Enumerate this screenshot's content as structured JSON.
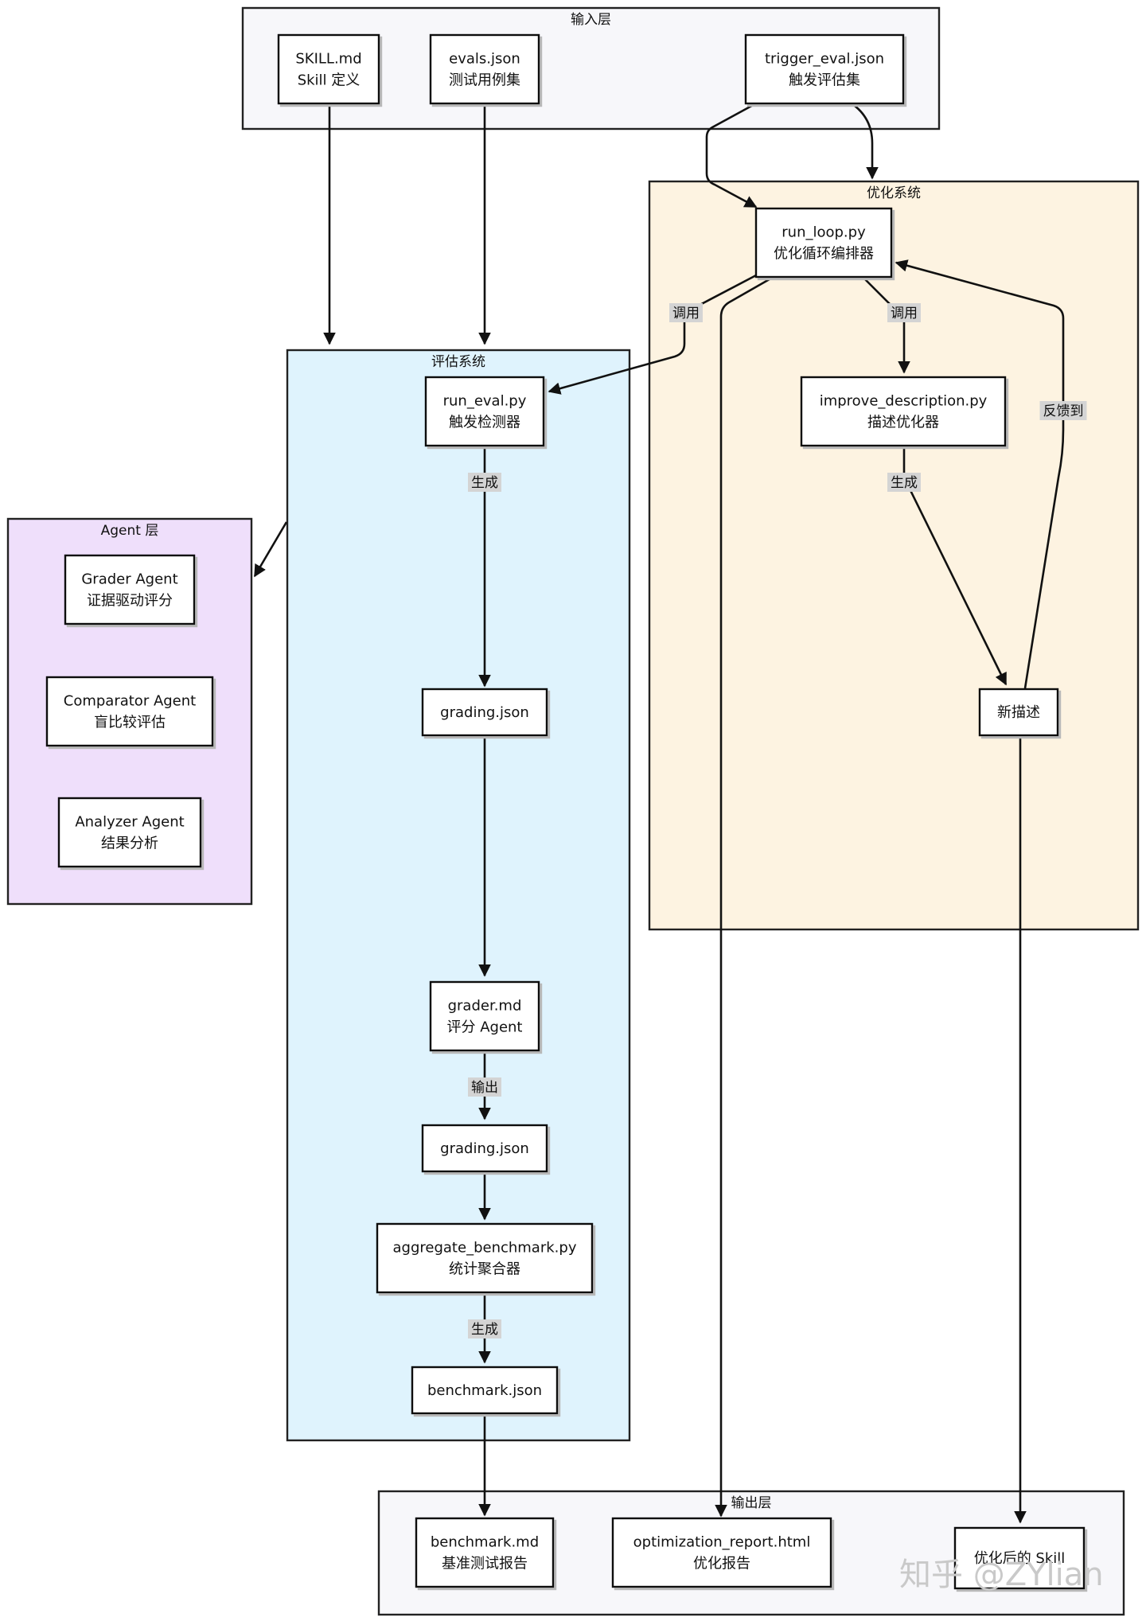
{
  "groups": [
    {
      "id": "input",
      "title": "输入层",
      "fill": "#f7f7fa"
    },
    {
      "id": "optimize",
      "title": "优化系统",
      "fill": "#fdf3e1"
    },
    {
      "id": "eval",
      "title": "评估系统",
      "fill": "#dff3fd"
    },
    {
      "id": "agent",
      "title": "Agent 层",
      "fill": "#efdffb"
    },
    {
      "id": "output",
      "title": "输出层",
      "fill": "#f7f7fa"
    }
  ],
  "nodes": [
    {
      "id": "skill",
      "lines": [
        "SKILL.md",
        "Skill 定义"
      ]
    },
    {
      "id": "evals",
      "lines": [
        "evals.json",
        "测试用例集"
      ]
    },
    {
      "id": "trigger",
      "lines": [
        "trigger_eval.json",
        "触发评估集"
      ]
    },
    {
      "id": "runloop",
      "lines": [
        "run_loop.py",
        "优化循环编排器"
      ]
    },
    {
      "id": "improve",
      "lines": [
        "improve_description.py",
        "描述优化器"
      ]
    },
    {
      "id": "newdesc",
      "lines": [
        "新描述"
      ]
    },
    {
      "id": "runeval",
      "lines": [
        "run_eval.py",
        "触发检测器"
      ]
    },
    {
      "id": "grading1",
      "lines": [
        "grading.json"
      ]
    },
    {
      "id": "gradermd",
      "lines": [
        "grader.md",
        "评分 Agent"
      ]
    },
    {
      "id": "grading2",
      "lines": [
        "grading.json"
      ]
    },
    {
      "id": "aggregate",
      "lines": [
        "aggregate_benchmark.py",
        "统计聚合器"
      ]
    },
    {
      "id": "benchjson",
      "lines": [
        "benchmark.json"
      ]
    },
    {
      "id": "grader",
      "lines": [
        "Grader Agent",
        "证据驱动评分"
      ]
    },
    {
      "id": "comparator",
      "lines": [
        "Comparator Agent",
        "盲比较评估"
      ]
    },
    {
      "id": "analyzer",
      "lines": [
        "Analyzer Agent",
        "结果分析"
      ]
    },
    {
      "id": "benchmd",
      "lines": [
        "benchmark.md",
        "基准测试报告"
      ]
    },
    {
      "id": "optreport",
      "lines": [
        "optimization_report.html",
        "优化报告"
      ]
    },
    {
      "id": "optskill",
      "lines": [
        "优化后的 Skill"
      ]
    }
  ],
  "edge_labels": [
    {
      "id": "call-left",
      "text": "调用"
    },
    {
      "id": "call-right",
      "text": "调用"
    },
    {
      "id": "feedback",
      "text": "反馈到"
    },
    {
      "id": "gen-eval",
      "text": "生成"
    },
    {
      "id": "gen-improve",
      "text": "生成"
    },
    {
      "id": "output-grader",
      "text": "输出"
    },
    {
      "id": "gen-bench",
      "text": "生成"
    }
  ],
  "watermark": "知乎 @ZYlian"
}
